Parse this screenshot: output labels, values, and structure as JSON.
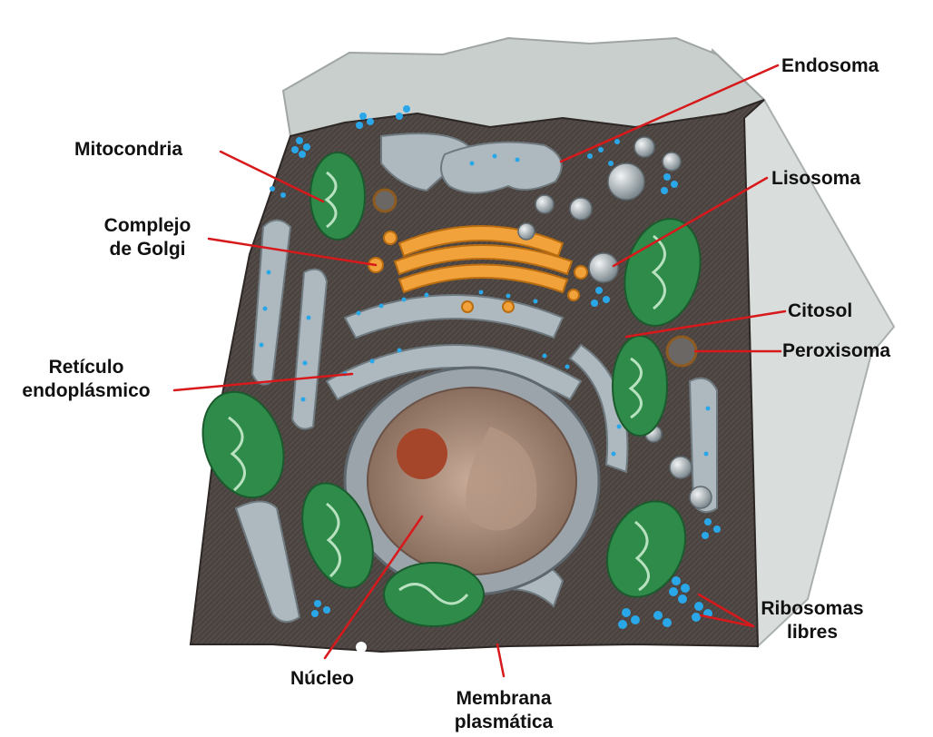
{
  "diagram": {
    "labels": {
      "endosoma": "Endosoma",
      "mitocondria": "Mitocondria",
      "lisosoma": "Lisosoma",
      "complejo_golgi_1": "Complejo",
      "complejo_golgi_2": "de Golgi",
      "citosol": "Citosol",
      "peroxisoma": "Peroxisoma",
      "reticulo_1": "Retículo",
      "reticulo_2": "endoplásmico",
      "ribosomas_1": "Ribosomas",
      "ribosomas_2": "libres",
      "nucleo": "Núcleo",
      "membrana_1": "Membrana",
      "membrana_2": "plasmática"
    },
    "colors": {
      "leader_line": "#d7191c",
      "cytoplasm": "#4a4340",
      "top_surface": "#c9cfcc",
      "side_surface": "#d9dddb",
      "mitochondria": "#2e8b4a",
      "golgi": "#f2a23a",
      "er": "#aeb9bf",
      "ribosome": "#2aa7e8",
      "nucleolus": "#a5452a",
      "chromatin": "#b49683"
    }
  }
}
